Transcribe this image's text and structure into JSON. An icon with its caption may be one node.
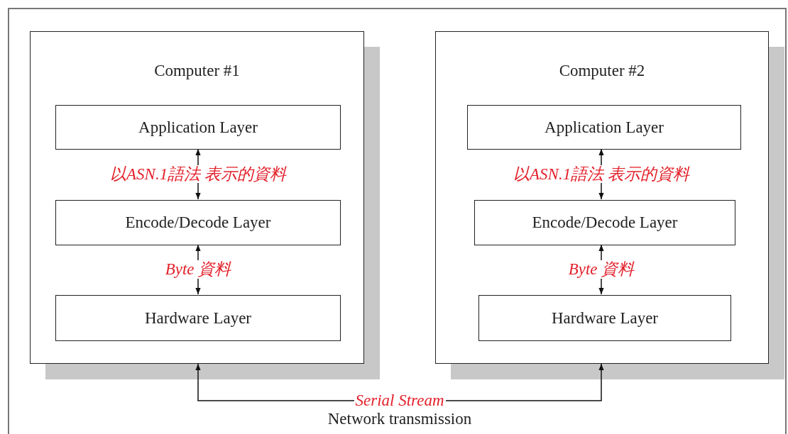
{
  "diagram": {
    "nodes": [
      {
        "text": [
          "Computer #1"
        ]
      },
      {
        "text": [
          "Application Layer"
        ],
        "in": 0
      },
      {
        "text": [
          "Encode/Decode Layer"
        ],
        "in": 0
      },
      {
        "text": [
          "Hardware Layer"
        ],
        "in": 0
      },
      {
        "text": [
          "Computer #2"
        ]
      },
      {
        "text": [
          "Application Layer"
        ],
        "in": 4
      },
      {
        "text": [
          "Encode/Decode Layer"
        ],
        "in": 4
      },
      {
        "text": [
          "Hardware Layer"
        ],
        "in": 4
      }
    ],
    "edges": [
      {
        "from": 1,
        "to": 2,
        "arrow": "both",
        "label": "以ASN.1語法 表示的資料"
      },
      {
        "from": 2,
        "to": 3,
        "arrow": "both",
        "label": "Byte 資料"
      },
      {
        "from": 5,
        "to": 6,
        "arrow": "both",
        "label": "以ASN.1語法 表示的資料"
      },
      {
        "from": 6,
        "to": 7,
        "arrow": "both",
        "label": "Byte 資料"
      },
      {
        "from": 0,
        "to": 4,
        "arrow": "both",
        "label": "Serial Stream"
      }
    ],
    "labels": [
      "Network transmission"
    ]
  }
}
